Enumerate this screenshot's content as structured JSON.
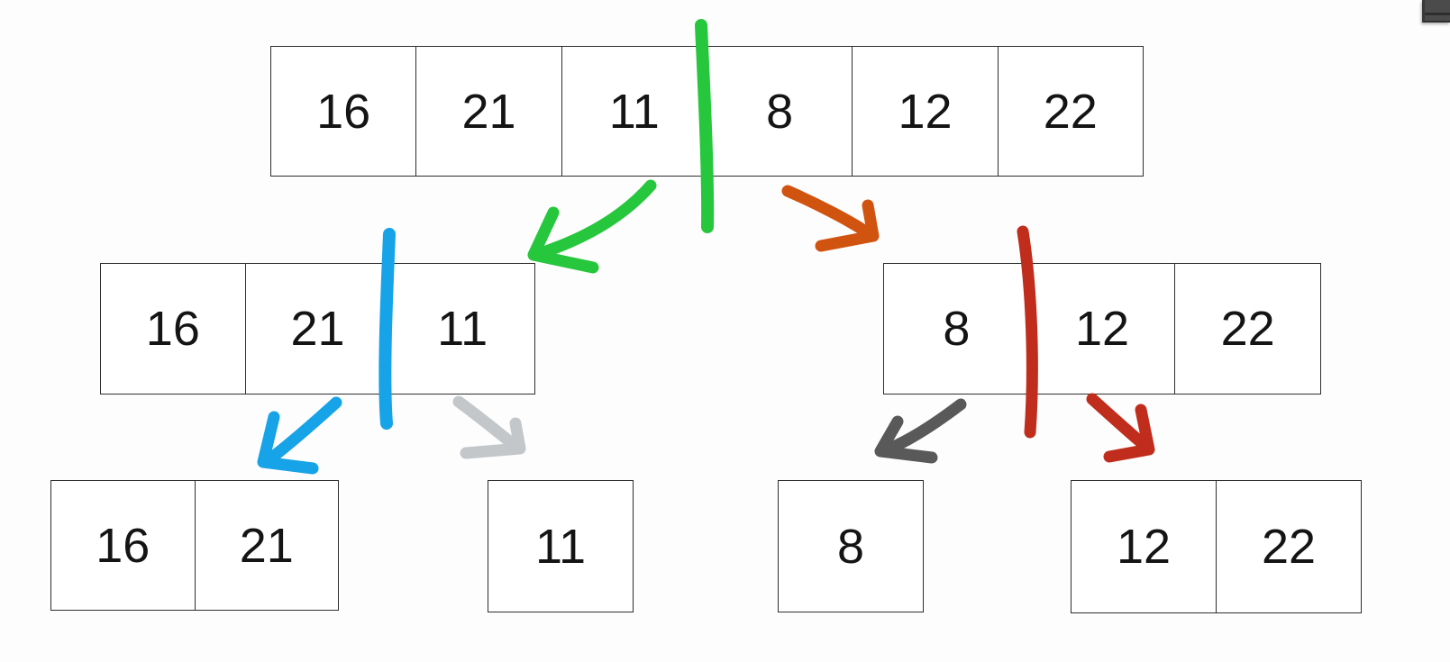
{
  "diagram": {
    "arrays": {
      "root": {
        "values": [
          "16",
          "21",
          "11",
          "8",
          "12",
          "22"
        ]
      },
      "left": {
        "values": [
          "16",
          "21",
          "11"
        ]
      },
      "right": {
        "values": [
          "8",
          "12",
          "22"
        ]
      },
      "left_left": {
        "values": [
          "16",
          "21"
        ]
      },
      "left_right": {
        "values": [
          "11"
        ]
      },
      "right_left": {
        "values": [
          "8"
        ]
      },
      "right_right": {
        "values": [
          "12",
          "22"
        ]
      }
    },
    "annotation_colors": {
      "green": "#26c73d",
      "orange": "#d05410",
      "blue": "#16a3e8",
      "light_gray": "#c3c7ca",
      "dark_gray": "#595959",
      "red": "#c02d1c"
    },
    "box_border_color": "#2e2e2e",
    "background_color": "#fdfdfd",
    "corner_widget": {
      "fill": "#4b4b4b",
      "divider": "#2e2e2e"
    }
  }
}
